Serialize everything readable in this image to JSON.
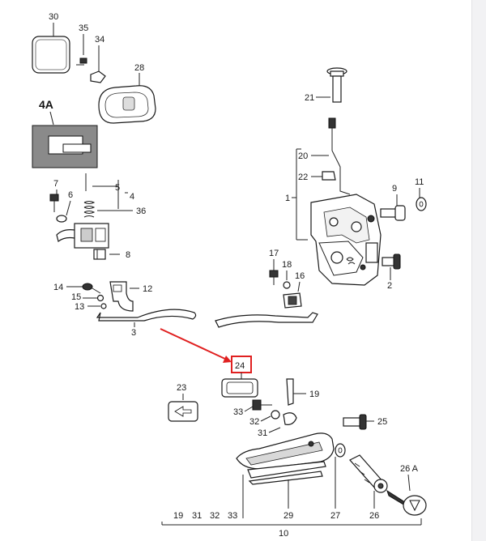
{
  "diagram": {
    "part_numbers": {
      "p30": "30",
      "p35": "35",
      "p34": "34",
      "p28": "28",
      "p4A": "4A",
      "p21": "21",
      "p20": "20",
      "p22": "22",
      "p1": "1",
      "p11": "11",
      "p9": "9",
      "p7": "7",
      "p6": "6",
      "p5": "5",
      "p4": "4",
      "p36": "36",
      "p8": "8",
      "p17": "17",
      "p18": "18",
      "p16": "16",
      "p2": "2",
      "p14": "14",
      "p15": "15",
      "p13": "13",
      "p12": "12",
      "p3": "3",
      "p24": "24",
      "p23": "23",
      "p19": "19",
      "p33": "33",
      "p32": "32",
      "p31": "31",
      "p25": "25",
      "p26A": "26 A"
    },
    "bottom_row": {
      "b19": "19",
      "b31": "31",
      "b32": "32",
      "b33": "33",
      "b29": "29",
      "b27": "27",
      "b26": "26",
      "b10": "10"
    },
    "highlight_color": "#e02020",
    "line_color": "#222222"
  }
}
